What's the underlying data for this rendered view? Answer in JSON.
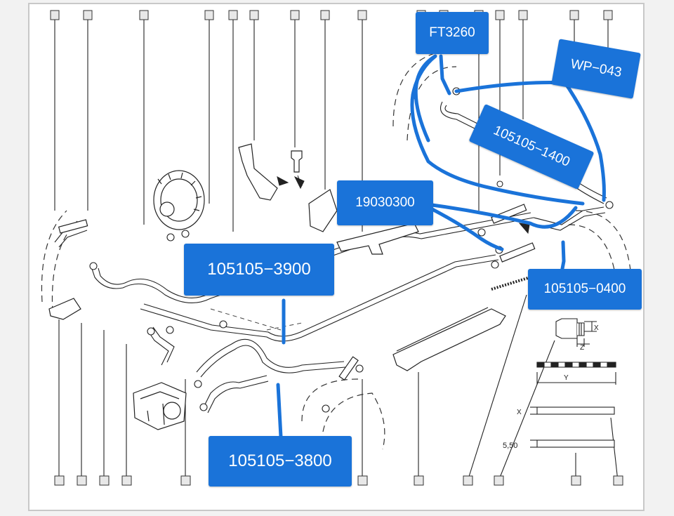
{
  "labels": {
    "ft3260": "FT3260",
    "wp043": "WP−043",
    "l1400": "105105−1400",
    "l19030300": "19030300",
    "l3900": "105105−3900",
    "l0400": "105105−0400",
    "l3800": "105105−3800"
  },
  "dims": {
    "x_top": "X",
    "z": "Z",
    "y": "Y",
    "x_left": "X",
    "thickness": "5,50"
  },
  "colors": {
    "accent": "#1a73d9",
    "line": "#222222",
    "annotation_stroke": "#1a73d9"
  }
}
